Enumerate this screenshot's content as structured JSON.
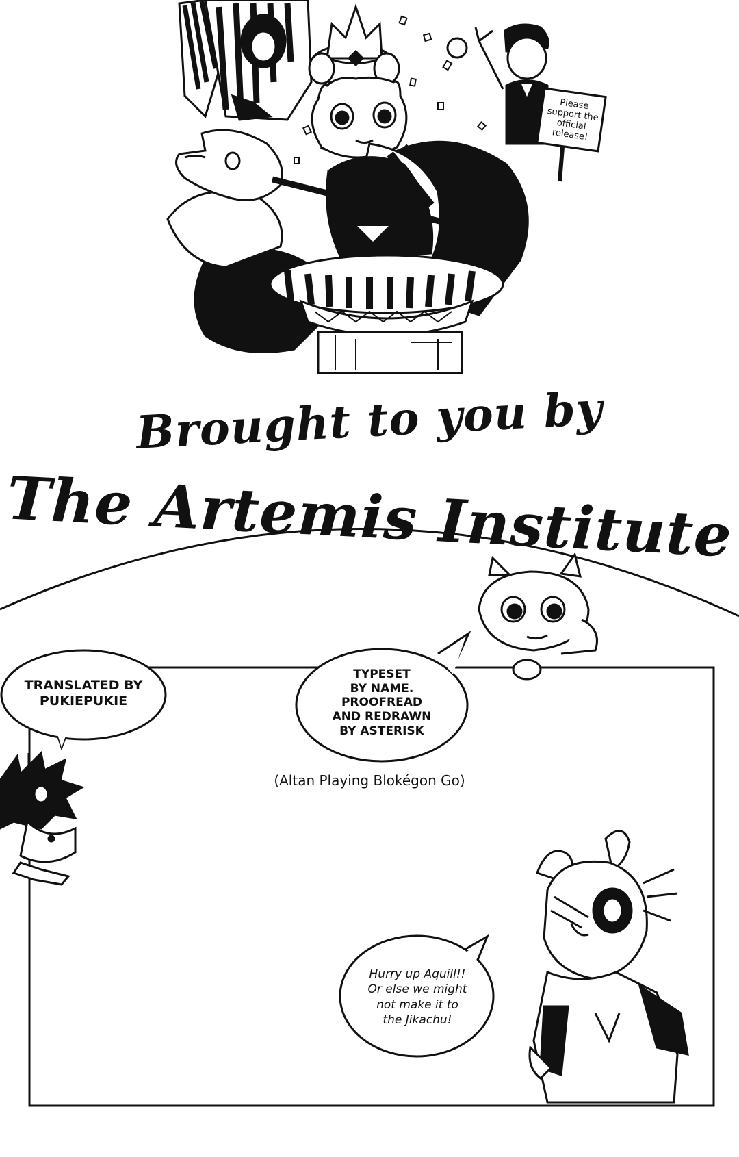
{
  "credits": {
    "line1": "Brought to you by",
    "line2": "The Artemis Institute",
    "translated": "TRANSLATED BY\nPUKIEPUKIE",
    "typeset": "TYPESET\nBY NAME.\nPROOFREAD\nAND REDRAWN\nBY ASTERISK"
  },
  "sign": {
    "text": "Please\nsupport the\nofficial\nrelease!"
  },
  "panel": {
    "caption": "(Altan Playing Blokégon Go)",
    "speech": "Hurry up Aquill!!\nOr else we might\nnot make it to\nthe Jikachu!"
  },
  "colors": {
    "ink": "#111111",
    "paper": "#ffffff"
  }
}
